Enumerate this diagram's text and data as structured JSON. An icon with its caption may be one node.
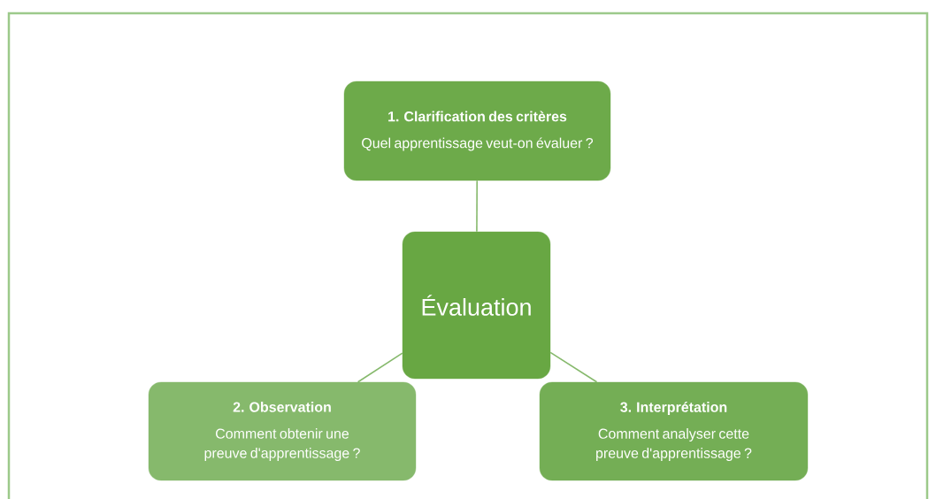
{
  "diagram": {
    "nodes": [
      {
        "text": [
          "Évaluation"
        ]
      },
      {
        "text": [
          "1. Clarification des critères",
          "Quel apprentissage veut-on évaluer ?"
        ]
      },
      {
        "text": [
          "2. Observation",
          "Comment obtenir une preuve d'apprentissage ?"
        ]
      },
      {
        "text": [
          "3. Interprétation",
          "Comment analyser cette preuve d'apprentissage ?"
        ]
      }
    ],
    "edges": [
      {
        "from": 0,
        "to": 1,
        "arrow": "none"
      },
      {
        "from": 0,
        "to": 2,
        "arrow": "none"
      },
      {
        "from": 0,
        "to": 3,
        "arrow": "none"
      }
    ]
  }
}
